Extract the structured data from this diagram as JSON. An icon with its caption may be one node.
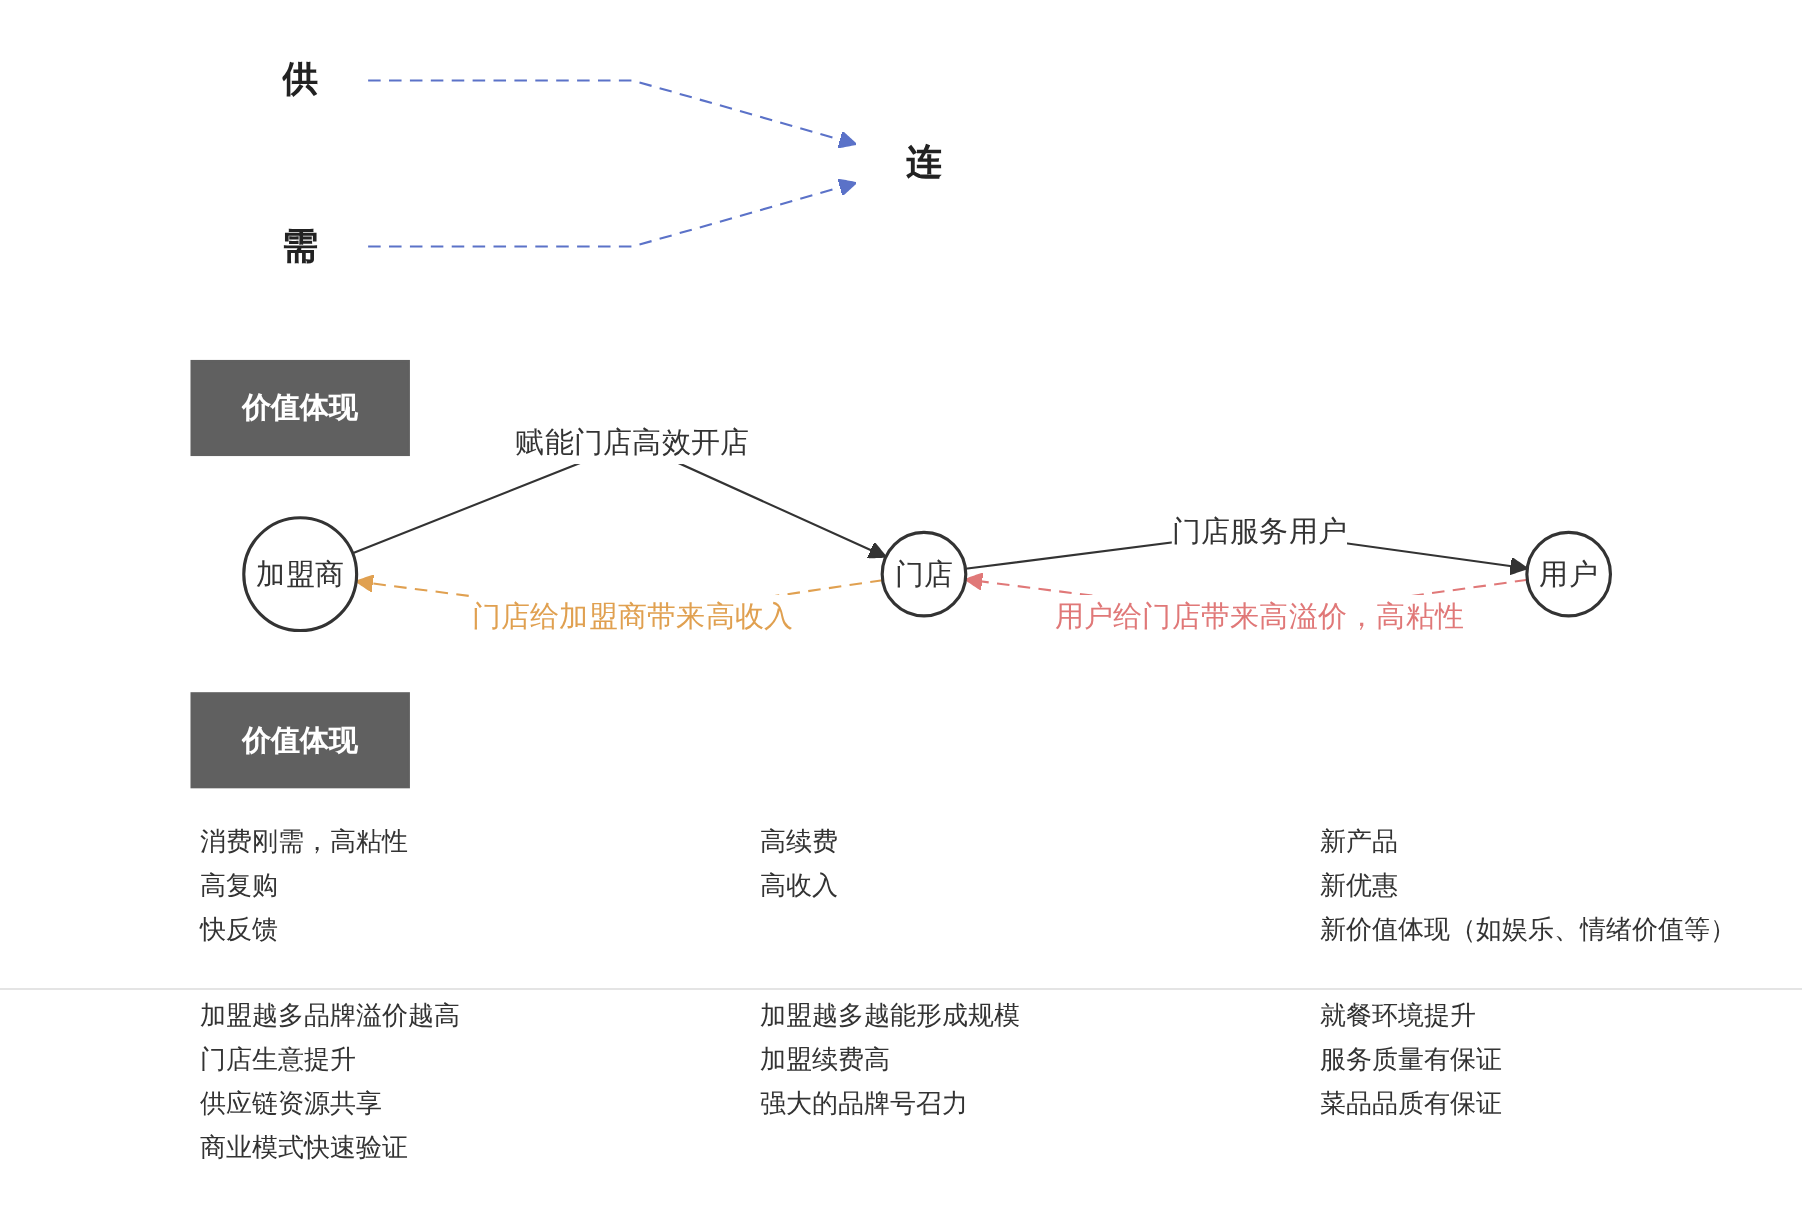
{
  "diagram": {
    "nodes": [
      {
        "text": [
          "供"
        ]
      },
      {
        "text": [
          "连"
        ]
      },
      {
        "text": [
          "需"
        ]
      },
      {
        "text": [
          "价值体现"
        ]
      },
      {
        "text": [
          "门店"
        ]
      },
      {
        "text": [
          "加盟商"
        ]
      },
      {
        "text": [
          "用户"
        ]
      },
      {
        "text": [
          "价值体现"
        ]
      }
    ],
    "edges": [
      {
        "from": 0,
        "to": 1,
        "arrow": "to",
        "style": "dashed",
        "color": "#5b72c8"
      },
      {
        "from": 2,
        "to": 1,
        "arrow": "to",
        "style": "dashed",
        "color": "#5b72c8"
      },
      {
        "from": 6,
        "to": 4,
        "arrow": "to",
        "label": "用户给门店带来高溢价，高粘性",
        "style": "dashed",
        "color": "#e07878"
      },
      {
        "from": 4,
        "to": 6,
        "arrow": "to",
        "label": "门店服务用户",
        "color": "#333333"
      },
      {
        "from": 5,
        "to": 4,
        "arrow": "to",
        "label": "赋能门店高效开店",
        "color": "#333333"
      },
      {
        "from": 4,
        "to": 5,
        "arrow": "to",
        "label": "门店给加盟商带来高收入",
        "style": "dashed",
        "color": "#e0a050"
      }
    ],
    "labels": [
      "消费刚需，高粘性",
      "高复购",
      "快反馈",
      "高续费",
      "高收入",
      "新产品",
      "新优惠",
      "新价值体现（如娱乐、情绪价值等）",
      "加盟越多品牌溢价越高",
      "门店生意提升",
      "供应链资源共享",
      "商业模式快速验证",
      "加盟越多越能形成规模",
      "加盟续费高",
      "强大的品牌号召力",
      "就餐环境提升",
      "服务质量有保证",
      "菜品品质有保证"
    ]
  }
}
